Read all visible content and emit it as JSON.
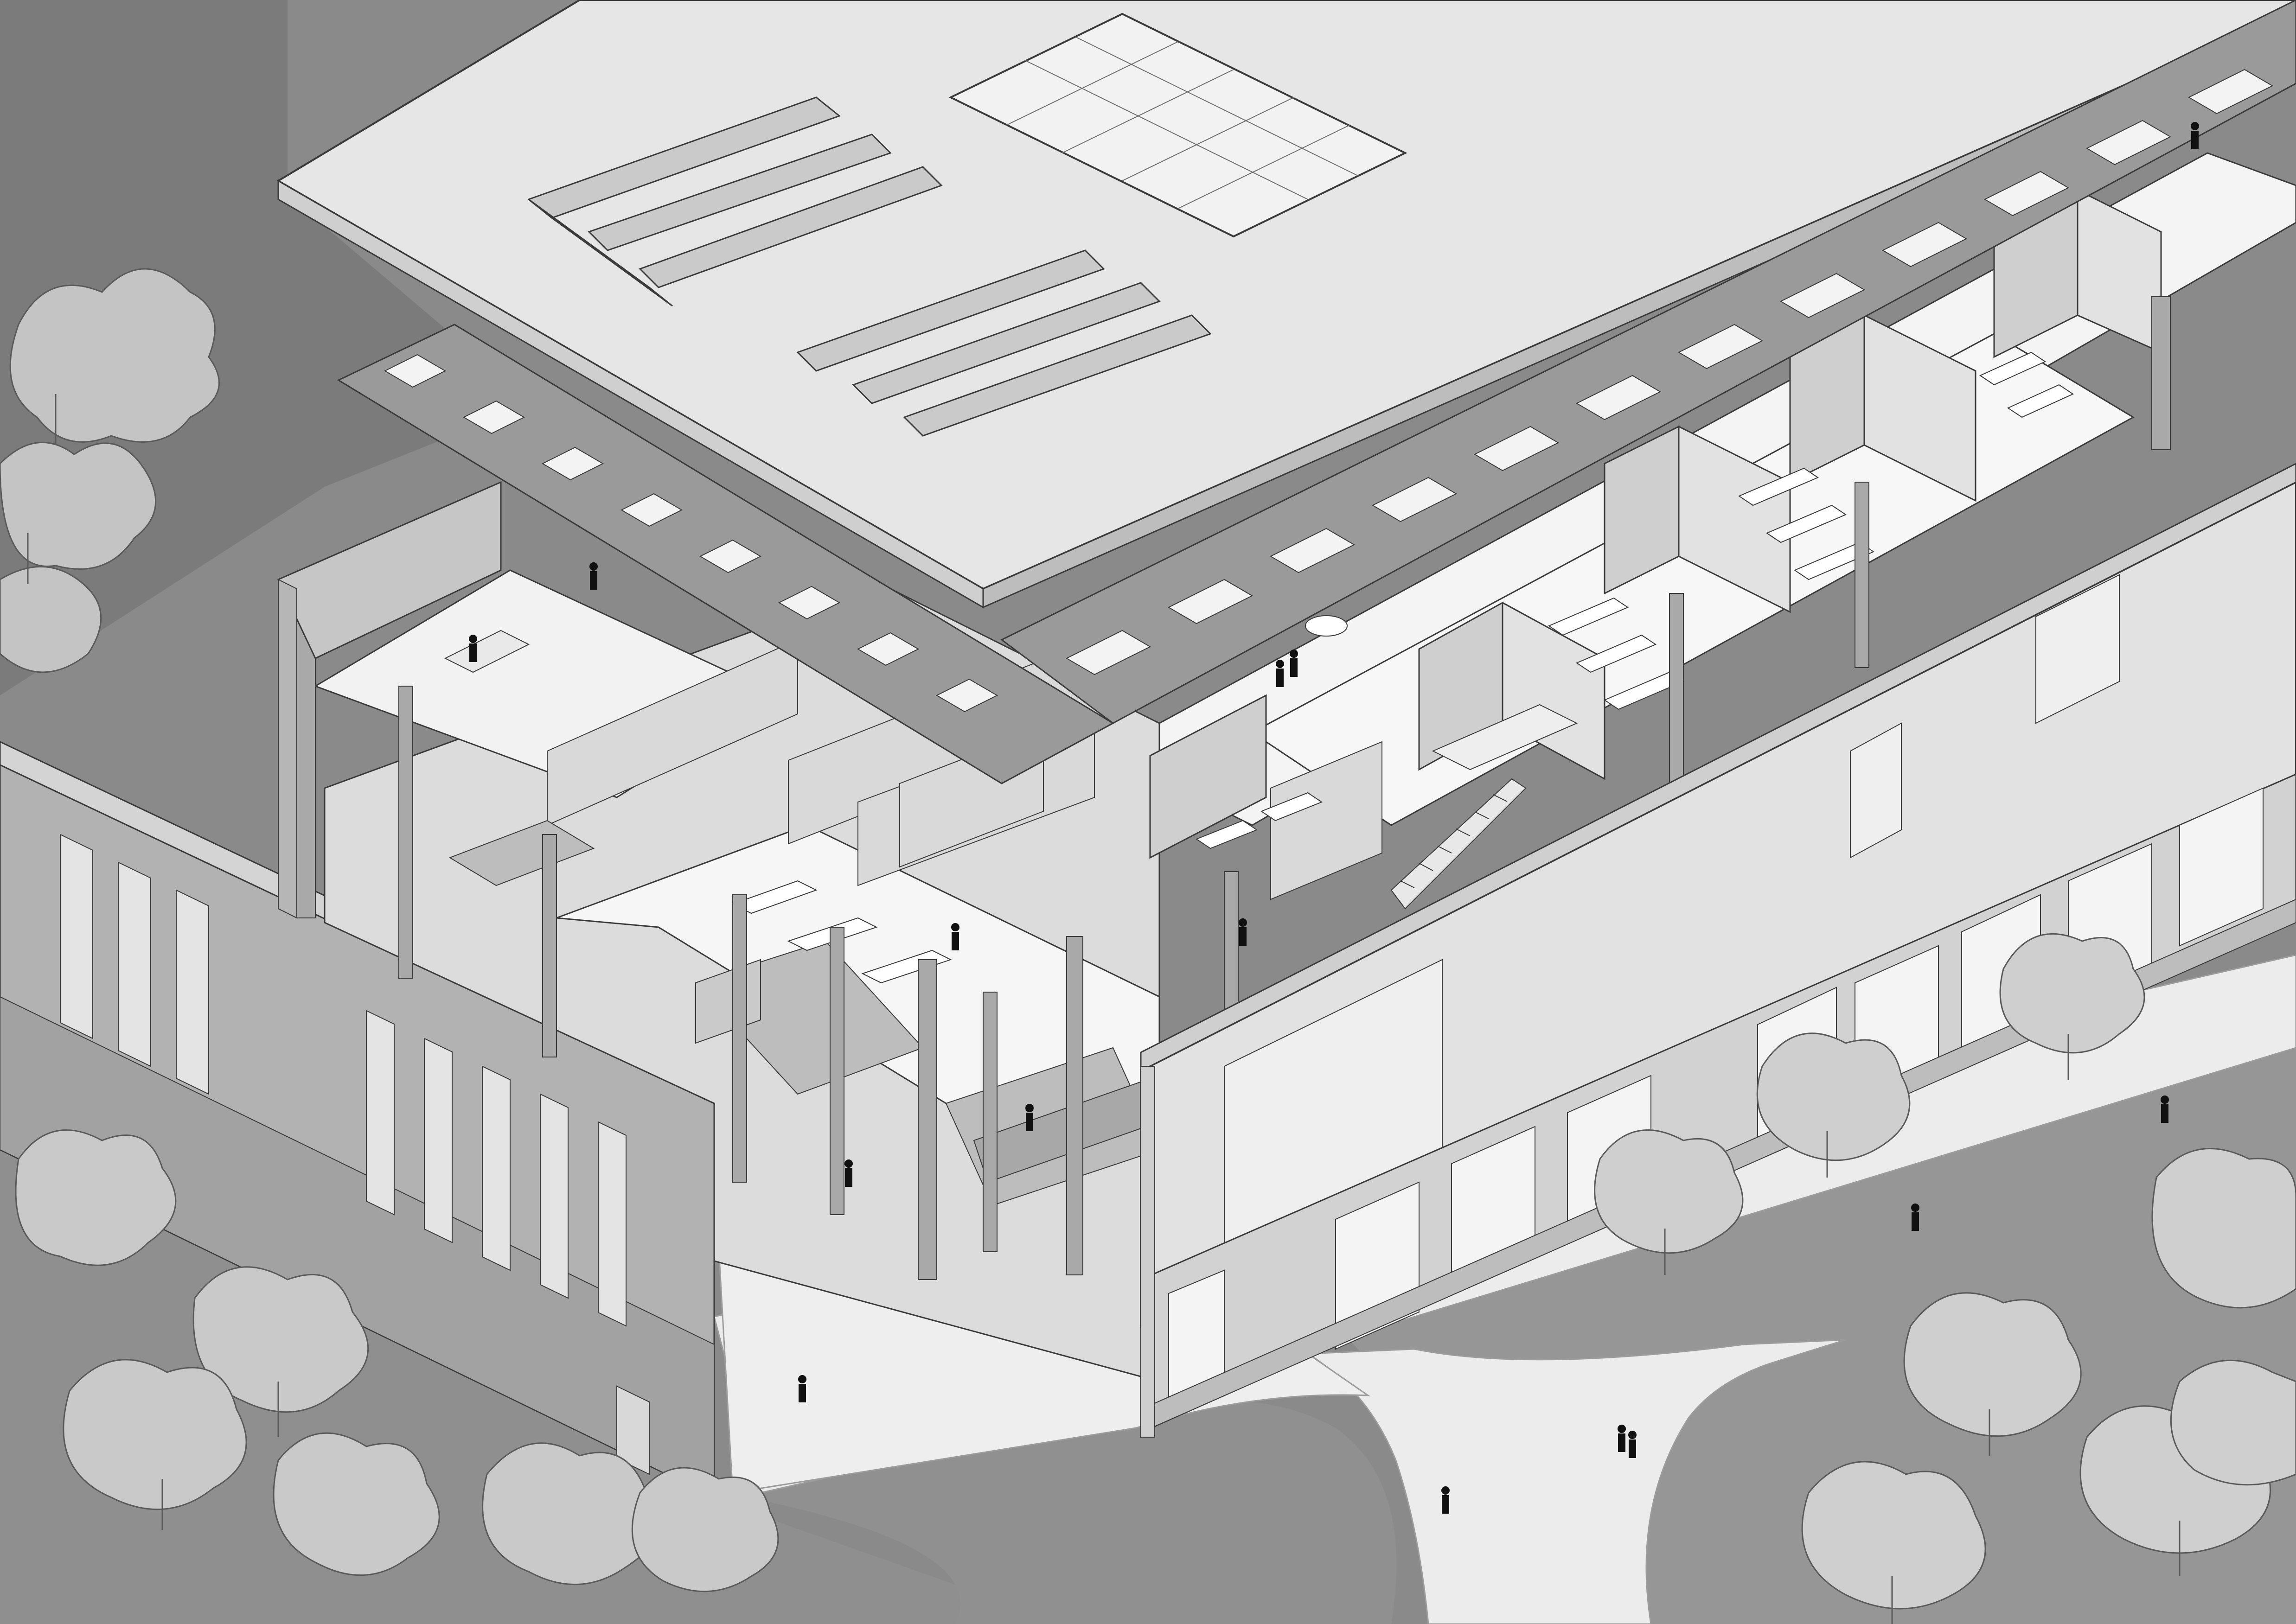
{
  "drawing": {
    "kind": "axonometric-cutaway",
    "palette": {
      "ground_dark": "#7d7d7d",
      "ground_mid": "#9a9a9a",
      "path_light": "#ececec",
      "roof": "#e4e4e4",
      "roof_edge": "#bdbdbd",
      "wall_light": "#d7d7d7",
      "wall_mid": "#bcbcbc",
      "wall_dark": "#a3a3a3",
      "floor": "#f6f6f6",
      "column": "#a9a9a9",
      "beam_dark": "#8e8e8e",
      "glass": "#f0f0f0",
      "tree": "#c9c9c9",
      "tree_dark": "#b0b0b0",
      "figure": "#111111",
      "line": "#3a3a3a"
    },
    "zones": [
      "roof-slab",
      "skylight-ridges",
      "glazed-roof-opening",
      "coffered-canopy",
      "library-stacks",
      "tiered-seating",
      "classrooms",
      "corridor",
      "main-facade",
      "left-wing",
      "entrance-path",
      "street-trees"
    ]
  }
}
